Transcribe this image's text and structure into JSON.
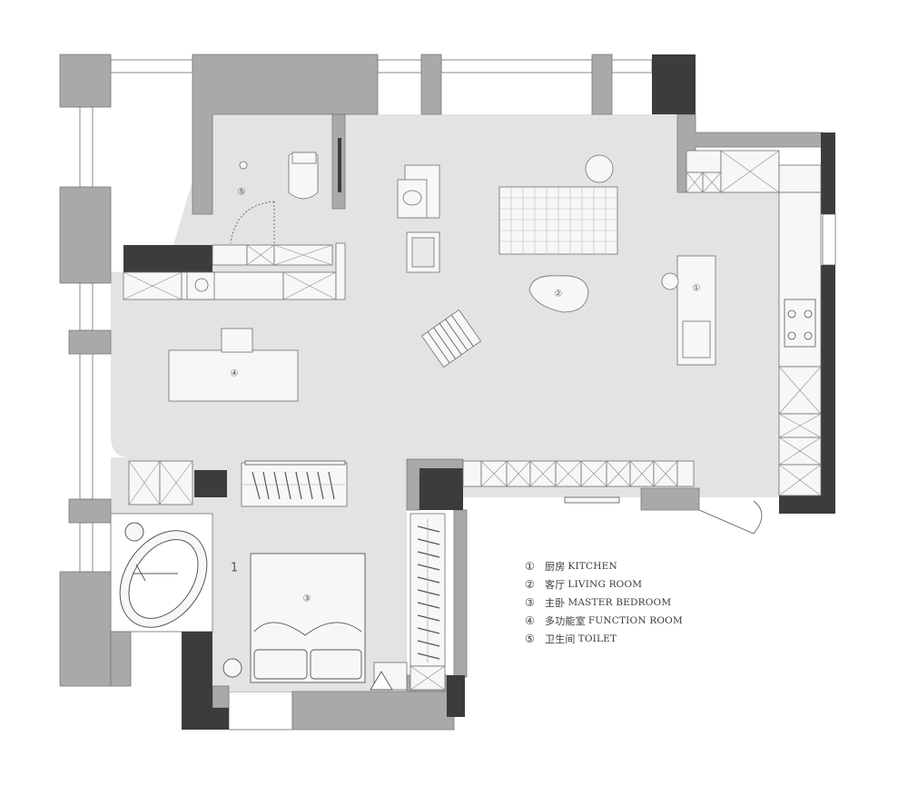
{
  "rooms": [
    {
      "num": "①",
      "cn": "厨房",
      "en": "KITCHEN"
    },
    {
      "num": "②",
      "cn": "客厅",
      "en": "LIVING ROOM"
    },
    {
      "num": "③",
      "cn": "主卧",
      "en": "MASTER BEDROOM"
    },
    {
      "num": "④",
      "cn": "多功能室",
      "en": "FUNCTION ROOM"
    },
    {
      "num": "⑤",
      "cn": "卫生间",
      "en": "TOILET"
    }
  ],
  "step_mark": "1",
  "colors": {
    "floor": "#e3e3e3",
    "wall": "#a9a9a9",
    "wall_dark": "#3c3c3c",
    "line": "#6f6f6f",
    "furniture": "#f7f7f7",
    "background": "#ffffff"
  }
}
